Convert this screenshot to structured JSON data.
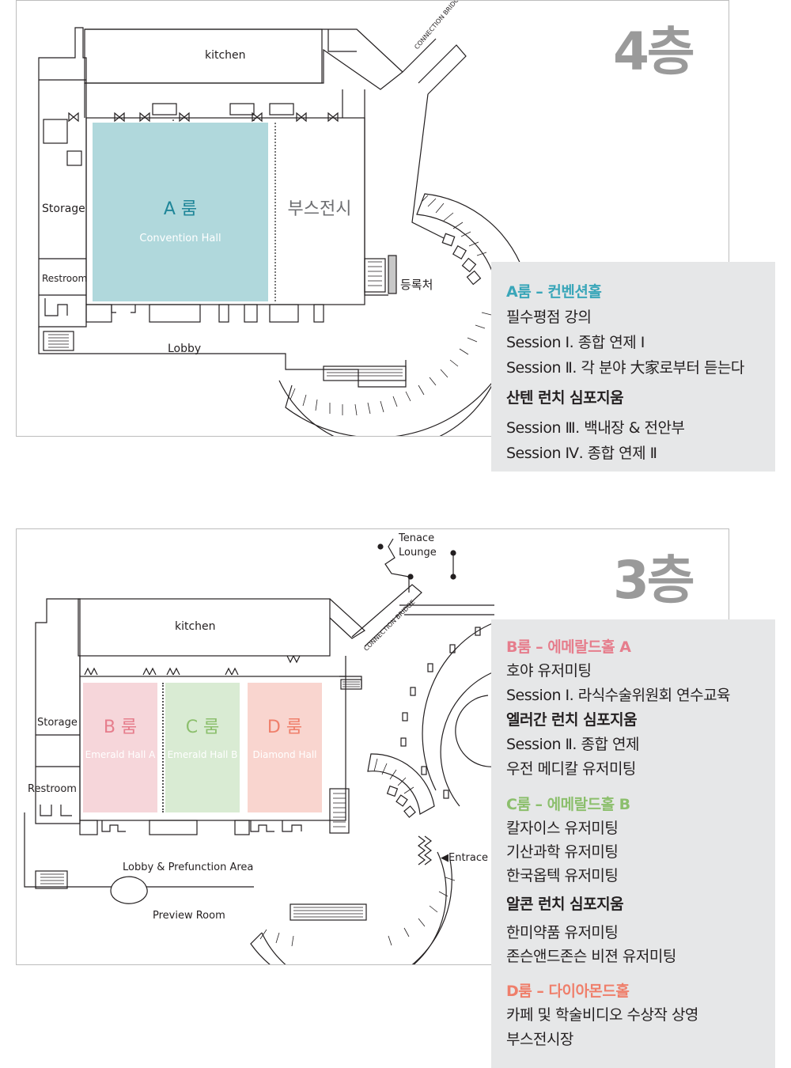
{
  "colors": {
    "room_a": "#b0d8dc",
    "room_b": "#f6d6da",
    "room_c": "#d9ebd3",
    "room_d": "#f9d5cf",
    "teal": "#3aa6b9",
    "pink": "#e67d8c",
    "green": "#8cbf6d",
    "salmon": "#ef7f6b",
    "floor_title": "#9a9a9a",
    "panel_bg": "#e6e7e8"
  },
  "floor4": {
    "title": "4층",
    "labels": {
      "kitchen": "kitchen",
      "storage": "Storage",
      "restroom": "Restroom",
      "lobby": "Lobby",
      "booth": "부스전시",
      "registration": "등록처",
      "bridge": "CONNECTION BRIDGE"
    },
    "room_a": {
      "name": "A 룸",
      "sub": "Convention Hall"
    },
    "panel": {
      "room_a_head": "A룸 – 컨벤션홀",
      "room_a_items": [
        "필수평점 강의",
        "Session Ⅰ. 종합 연제 Ⅰ",
        "Session Ⅱ. 각 분야 大家로부터 듣는다"
      ],
      "lunch_head": "산텐 런치 심포지움",
      "lunch_items": [
        "Session Ⅲ. 백내장 & 전안부",
        "Session Ⅳ. 종합 연제 Ⅱ"
      ]
    }
  },
  "floor3": {
    "title": "3층",
    "labels": {
      "kitchen": "kitchen",
      "storage": "Storage",
      "restroom": "Restroom",
      "lobby": "Lobby & Prefunction Area",
      "preview": "Preview Room",
      "entrance": "◀Entrace",
      "bridge": "CONNECTION BRIDGE",
      "terrace_1": "Tenace",
      "terrace_2": "Lounge"
    },
    "room_b": {
      "name": "B 룸",
      "sub": "Emerald Hall A"
    },
    "room_c": {
      "name": "C 룸",
      "sub": "Emerald Hall B"
    },
    "room_d": {
      "name": "D 룸",
      "sub": "Diamond Hall"
    },
    "panel": {
      "room_b_head": "B룸 – 에메랄드홀 A",
      "room_b_items_1": [
        "호야 유저미팅",
        "Session Ⅰ. 라식수술위원회 연수교육"
      ],
      "room_b_lunch": "엘러간 런치 심포지움",
      "room_b_items_2": [
        "Session Ⅱ. 종합 연제",
        "우전 메디칼 유저미팅"
      ],
      "room_c_head": "C룸 – 에메랄드홀 B",
      "room_c_items_1": [
        "칼자이스 유저미팅",
        "기산과학 유저미팅",
        "한국옵텍 유저미팅"
      ],
      "room_c_lunch": "알콘 런치 심포지움",
      "room_c_items_2": [
        "한미약품 유저미팅",
        "존슨앤드존슨 비젼 유저미팅"
      ],
      "room_d_head": "D룸 – 다이아몬드홀",
      "room_d_items": [
        "카페 및 학술비디오 수상작 상영",
        "부스전시장"
      ]
    }
  }
}
